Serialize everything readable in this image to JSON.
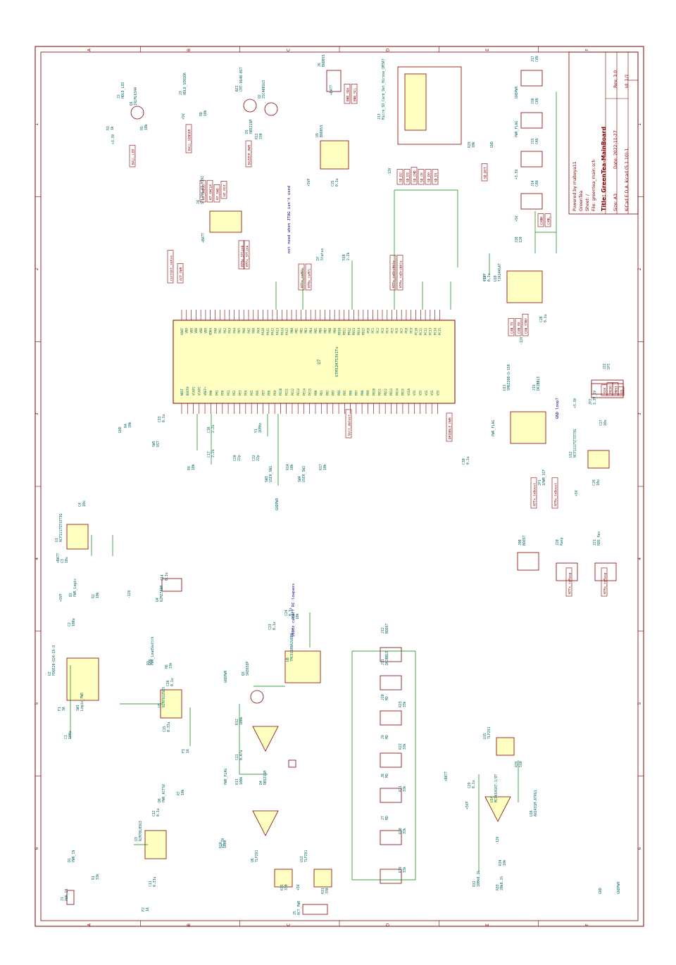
{
  "title_block": {
    "powered_by": "Powered by mabeya11",
    "project": "GreenTea",
    "sheet": "Sheet: /",
    "file": "File: greentea_main.sch",
    "title": "Title: GreenTea-MainBoard",
    "size": "Size: A3",
    "date": "Date: 2022-11-27",
    "tool": "KiCad E.D.A.  kicad (5.1.10)-1",
    "rev": "Rev: 3.0",
    "id": "Id: 1/1"
  },
  "border": {
    "col_labels": [
      "1",
      "2",
      "3",
      "4",
      "5",
      "6"
    ],
    "row_labels": [
      "A",
      "B",
      "C",
      "D",
      "E",
      "F"
    ]
  },
  "mcu": {
    "ref": "U7",
    "value": "STM32H753VITx",
    "left_pins": [
      "VBAT",
      "VDD",
      "VDD",
      "VDD",
      "VDD",
      "VDD",
      "VDDA",
      "PA0",
      "PA1",
      "PA2",
      "PA3",
      "PA4",
      "PA5",
      "PA6",
      "PA7",
      "PA8",
      "PA9",
      "PA10",
      "PA11",
      "PA12",
      "PA13",
      "PA14",
      "PA15",
      "PB0",
      "PB1",
      "PB2",
      "PB3",
      "PB4",
      "PB5",
      "PB6",
      "PB7",
      "PB8",
      "PB9",
      "PB10",
      "PB11",
      "PB12",
      "PB13",
      "PB14",
      "PB15",
      "PC0",
      "PC1",
      "PC2",
      "PC3",
      "PC4",
      "PC5",
      "PC6",
      "PC7",
      "PC8",
      "PC9",
      "PC10",
      "PC11",
      "PC12",
      "PC13",
      "PC14",
      "PC15"
    ],
    "right_pins": [
      "NRST",
      "BOOT0",
      "VCAP1",
      "VCAP2",
      "VREF+",
      "PH0",
      "PH1",
      "PE0",
      "PE1",
      "PE2",
      "PE3",
      "PE4",
      "PE5",
      "PE6",
      "PE7",
      "PE8",
      "PE9",
      "PE10",
      "PE11",
      "PE12",
      "PE13",
      "PE14",
      "PE15",
      "PD0",
      "PD1",
      "PD2",
      "PD3",
      "PD4",
      "PD5",
      "PD6",
      "PD7",
      "PD8",
      "PD9",
      "PD10",
      "PD11",
      "PD12",
      "PD13",
      "PD14",
      "PD15",
      "VSSA",
      "VSS",
      "VSS",
      "VSS",
      "VSS",
      "VSS"
    ]
  },
  "components": [
    {
      "ref": "J2",
      "value": "HOLD_LED"
    },
    {
      "ref": "Q1",
      "value": "IRLML6344"
    },
    {
      "ref": "R3",
      "value": "1k"
    },
    {
      "ref": "R5",
      "value": "10k"
    },
    {
      "ref": "J3",
      "value": "HOLD_SENSOR"
    },
    {
      "ref": "R8",
      "value": "10k"
    },
    {
      "ref": "BZ1",
      "value": "CMT-9648-85T"
    },
    {
      "ref": "Q2",
      "value": "2SC4081U3"
    },
    {
      "ref": "D5",
      "value": "RB521SM"
    },
    {
      "ref": "R11",
      "value": "330"
    },
    {
      "ref": "J6",
      "value": "BNO055"
    },
    {
      "ref": "U9",
      "value": "BNO055"
    },
    {
      "ref": "C25",
      "value": "0.1u"
    },
    {
      "ref": "J13",
      "value": "Micro_SD_Card_Det_Hirose_DM3AT"
    },
    {
      "ref": "R29",
      "value": "10k"
    },
    {
      "ref": "J17",
      "value": "CAN"
    },
    {
      "ref": "J16",
      "value": "CAN"
    },
    {
      "ref": "J15",
      "value": "CAN"
    },
    {
      "ref": "J14",
      "value": "CAN"
    },
    {
      "ref": "J4",
      "value": "STLINK-V3-MINI"
    },
    {
      "ref": "D7",
      "value": "Status"
    },
    {
      "ref": "R18",
      "value": "2.2k"
    },
    {
      "ref": "U10",
      "value": "TJA1441AT"
    },
    {
      "ref": "C19",
      "value": "0.1u"
    },
    {
      "ref": "C28",
      "value": "0.1u"
    },
    {
      "ref": "J18",
      "value": "120"
    },
    {
      "ref": "R4",
      "value": "10k"
    },
    {
      "ref": "C13",
      "value": "0.1u"
    },
    {
      "ref": "SW5",
      "value": "RST"
    },
    {
      "ref": "C18",
      "value": "2.2u"
    },
    {
      "ref": "C17",
      "value": "2.2u"
    },
    {
      "ref": "R9",
      "value": "10k"
    },
    {
      "ref": "Y1",
      "value": "16MHz"
    },
    {
      "ref": "C20",
      "value": "22p"
    },
    {
      "ref": "C22",
      "value": "22p"
    },
    {
      "ref": "R14",
      "value": "10k"
    },
    {
      "ref": "R17",
      "value": "10k"
    },
    {
      "ref": "SW3",
      "value": "USER_SW1"
    },
    {
      "ref": "SW4",
      "value": "USER_SW2"
    },
    {
      "ref": "U11",
      "value": "SM6226B-D-15R"
    },
    {
      "ref": "J19",
      "value": "DRIBBLE"
    },
    {
      "ref": "J22",
      "value": "SPI"
    },
    {
      "ref": "JP2",
      "value": "3.3V_5V"
    },
    {
      "ref": "C27",
      "value": "10u"
    },
    {
      "ref": "U12",
      "value": "NCP1117ST33T3G"
    },
    {
      "ref": "C26",
      "value": "10u"
    },
    {
      "ref": "JP1",
      "value": "1PWM_3IF"
    },
    {
      "ref": "C30",
      "value": "0.1u"
    },
    {
      "ref": "U1",
      "value": "NCP1117ST33T3G"
    },
    {
      "ref": "C4",
      "value": "10u"
    },
    {
      "ref": "C3",
      "value": "10u"
    },
    {
      "ref": "D2",
      "value": "PWR_Logic"
    },
    {
      "ref": "R2",
      "value": "10k"
    },
    {
      "ref": "C2",
      "value": "100u"
    },
    {
      "ref": "U2",
      "value": "PDQE20-Q24-S5-D"
    },
    {
      "ref": "F1",
      "value": "3A"
    },
    {
      "ref": "C1",
      "value": "100u"
    },
    {
      "ref": "SW1",
      "value": "Logic_PWR"
    },
    {
      "ref": "C14",
      "value": "0.1u"
    },
    {
      "ref": "U4",
      "value": "NJM2746M"
    },
    {
      "ref": "D3",
      "value": "PWR_LoadSwitch"
    },
    {
      "ref": "R6",
      "value": "33k"
    },
    {
      "ref": "U5",
      "value": "NJM7912SU3"
    },
    {
      "ref": "C16",
      "value": "0.1u"
    },
    {
      "ref": "C15",
      "value": "0.33u"
    },
    {
      "ref": "F3",
      "value": "1A"
    },
    {
      "ref": "D6",
      "value": "PWR_ACT5V"
    },
    {
      "ref": "R7",
      "value": "10k"
    },
    {
      "ref": "C12",
      "value": "0.1u"
    },
    {
      "ref": "U3",
      "value": "NJM78L05U3"
    },
    {
      "ref": "C11",
      "value": "0.33u"
    },
    {
      "ref": "F2",
      "value": "1A"
    },
    {
      "ref": "D1",
      "value": "PWR_IN"
    },
    {
      "ref": "R1",
      "value": "33k"
    },
    {
      "ref": "J1",
      "value": "PWR_IN"
    },
    {
      "ref": "U8",
      "value": "TMCS1108A2UQDR"
    },
    {
      "ref": "C23",
      "value": "0.1u"
    },
    {
      "ref": "C24",
      "value": "0.1u"
    },
    {
      "ref": "R16",
      "value": "10k"
    },
    {
      "ref": "Q3",
      "value": "SRE65DP"
    },
    {
      "ref": "R12",
      "value": "100k"
    },
    {
      "ref": "C21",
      "value": "0.47u"
    },
    {
      "ref": "R13",
      "value": "100k"
    },
    {
      "ref": "D4",
      "value": "RB521SM"
    },
    {
      "ref": "R10",
      "value": "100k"
    },
    {
      "ref": "U6",
      "value": "TLP291"
    },
    {
      "ref": "U13",
      "value": "TLP291"
    },
    {
      "ref": "R15",
      "value": "330"
    },
    {
      "ref": "R31",
      "value": "330"
    },
    {
      "ref": "J5",
      "value": "ACT_PWR"
    },
    {
      "ref": "J12",
      "value": "BOOST"
    },
    {
      "ref": "J11",
      "value": "DRIBBLE"
    },
    {
      "ref": "J10",
      "value": "MD"
    },
    {
      "ref": "J9",
      "value": "MD"
    },
    {
      "ref": "J8",
      "value": "MD"
    },
    {
      "ref": "J7",
      "value": "MD"
    },
    {
      "ref": "R19",
      "value": "33k"
    },
    {
      "ref": "R20",
      "value": "33k"
    },
    {
      "ref": "R21",
      "value": "33k"
    },
    {
      "ref": "R22",
      "value": "33k"
    },
    {
      "ref": "R23",
      "value": "33k"
    },
    {
      "ref": "U15",
      "value": "TLP291"
    },
    {
      "ref": "R35",
      "value": "510"
    },
    {
      "ref": "U14",
      "value": "MCP6541RT-I/OT"
    },
    {
      "ref": "U16",
      "value": "AN1431M-ATRG1"
    },
    {
      "ref": "C29",
      "value": "0.1u"
    },
    {
      "ref": "R32",
      "value": "100k0.1%"
    },
    {
      "ref": "R33",
      "value": "20k0.1%"
    },
    {
      "ref": "R34",
      "value": "10k"
    },
    {
      "ref": "J20",
      "value": "Rasp"
    },
    {
      "ref": "J21",
      "value": "ROS_Rev"
    },
    {
      "ref": "J08",
      "value": "BOOST"
    }
  ],
  "net_labels": [
    "BALL_LED",
    "BALL_SENSOR",
    "BUZZER_PWM",
    "BNO_SDA",
    "BNO_SCL",
    "SD_DET",
    "SD_D2",
    "SD_D3",
    "SD_CMD",
    "SD_CK",
    "SD_D0",
    "SD_D1",
    "H7_SWDIO",
    "H7_SWCLK",
    "H7_SWO",
    "H7_RST",
    "H7Rx_STlink",
    "H7Tx_STlink",
    "current_sense",
    "ACT_PWR",
    "H7Tx_toRPi",
    "H7Rx_toRPi",
    "H7Tx_toDribble",
    "H7Rx_toDribble",
    "CAN_TX",
    "CAN_RX",
    "CAN_STBY",
    "CANH",
    "CANL",
    "SCK",
    "MISO",
    "MOSI",
    "SS",
    "Volt_detect",
    "DRIBBLE_PWM",
    "H7Tx_toBoost",
    "H7Rx_toBoost",
    "H7Tx_toRasp",
    "H7Rx_toRasp"
  ],
  "notes": {
    "jtag": "not need when JTAG isn't used",
    "filter": "100Hz cutoff RC lowpass",
    "gnd_loop": "GND loop?"
  },
  "power_symbols": [
    "+3.3V",
    "+5V",
    "+BATT",
    "+5VP",
    "-12V",
    "GND",
    "GNDPWR",
    "PWR_FLAG"
  ]
}
